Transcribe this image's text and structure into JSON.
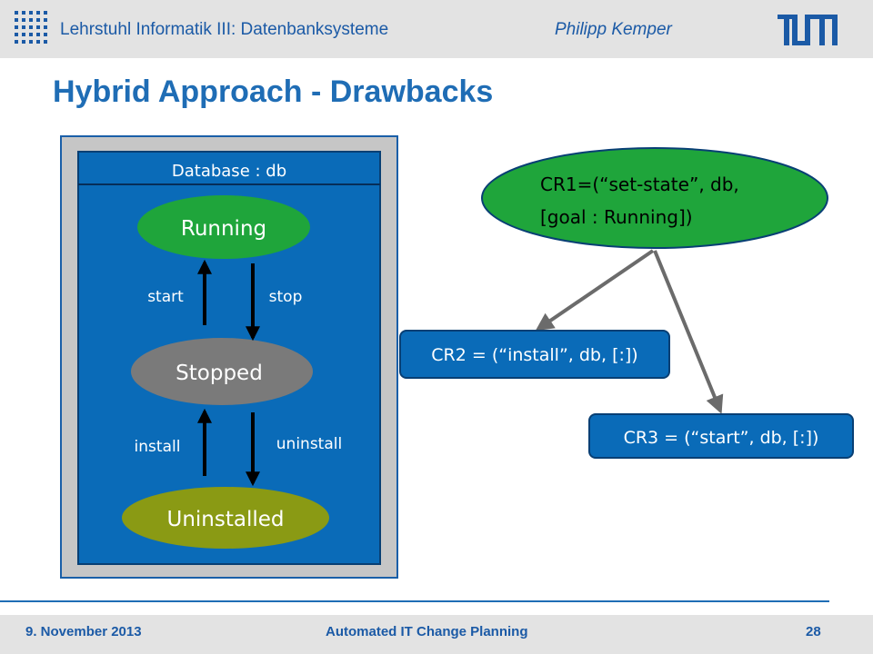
{
  "header": {
    "chair": "Lehrstuhl Informatik III: Datenbanksysteme",
    "presenter": "Philipp Kemper"
  },
  "slide": {
    "title": "Hybrid Approach  - Drawbacks"
  },
  "diagram": {
    "container_label": "Database : db",
    "states": {
      "running": "Running",
      "stopped": "Stopped",
      "uninstalled": "Uninstalled"
    },
    "transitions": {
      "start": "start",
      "stop": "stop",
      "install": "install",
      "uninstall": "uninstall"
    },
    "requests": {
      "cr1_line1": "CR1=(“set-state”, db,",
      "cr1_line2": "[goal : Running])",
      "cr2": "CR2 = (“install”, db, [:])",
      "cr3": "CR3 = (“start”, db, [:])"
    },
    "colors": {
      "panel": "#0a6bb8",
      "frame": "#c6c6c6",
      "running": "#1fa53b",
      "stopped": "#7a7a7a",
      "uninstalled": "#8a9a14",
      "arrow": "#6b6b6b"
    }
  },
  "footer": {
    "date": "9. November 2013",
    "topic": "Automated IT Change Planning",
    "page": "28"
  }
}
